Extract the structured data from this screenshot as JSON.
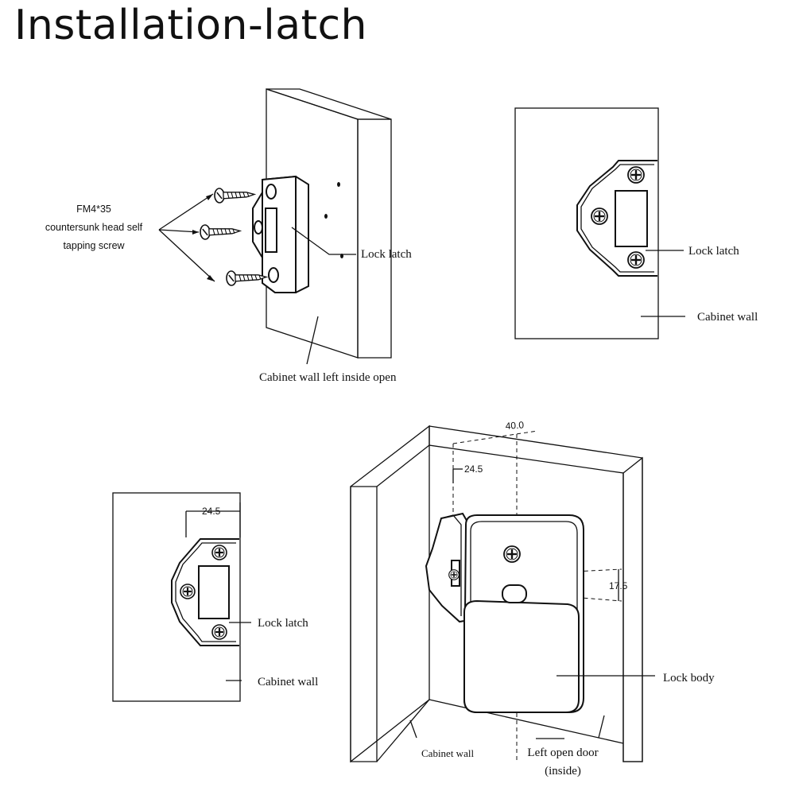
{
  "title": "Installation-latch",
  "figure1": {
    "screw_label": [
      "FM4*35",
      "countersunk head self",
      "tapping screw"
    ],
    "latch_label": "Lock latch",
    "wall_label": "Cabinet wall left inside open"
  },
  "figure2": {
    "latch_label": "Lock latch",
    "wall_label": "Cabinet wall"
  },
  "figure3": {
    "dimension": "24.5",
    "latch_label": "Lock latch",
    "wall_label": "Cabinet wall"
  },
  "figure4": {
    "dim_width": "40.0",
    "dim_offset": "24.5",
    "dim_height": "17.5",
    "body_label": "Lock body",
    "wall_label": "Cabinet wall",
    "door_label": [
      "Left open door",
      "(inside)"
    ]
  },
  "icons": [
    "screw-icon",
    "phillips-screw-head-icon"
  ]
}
